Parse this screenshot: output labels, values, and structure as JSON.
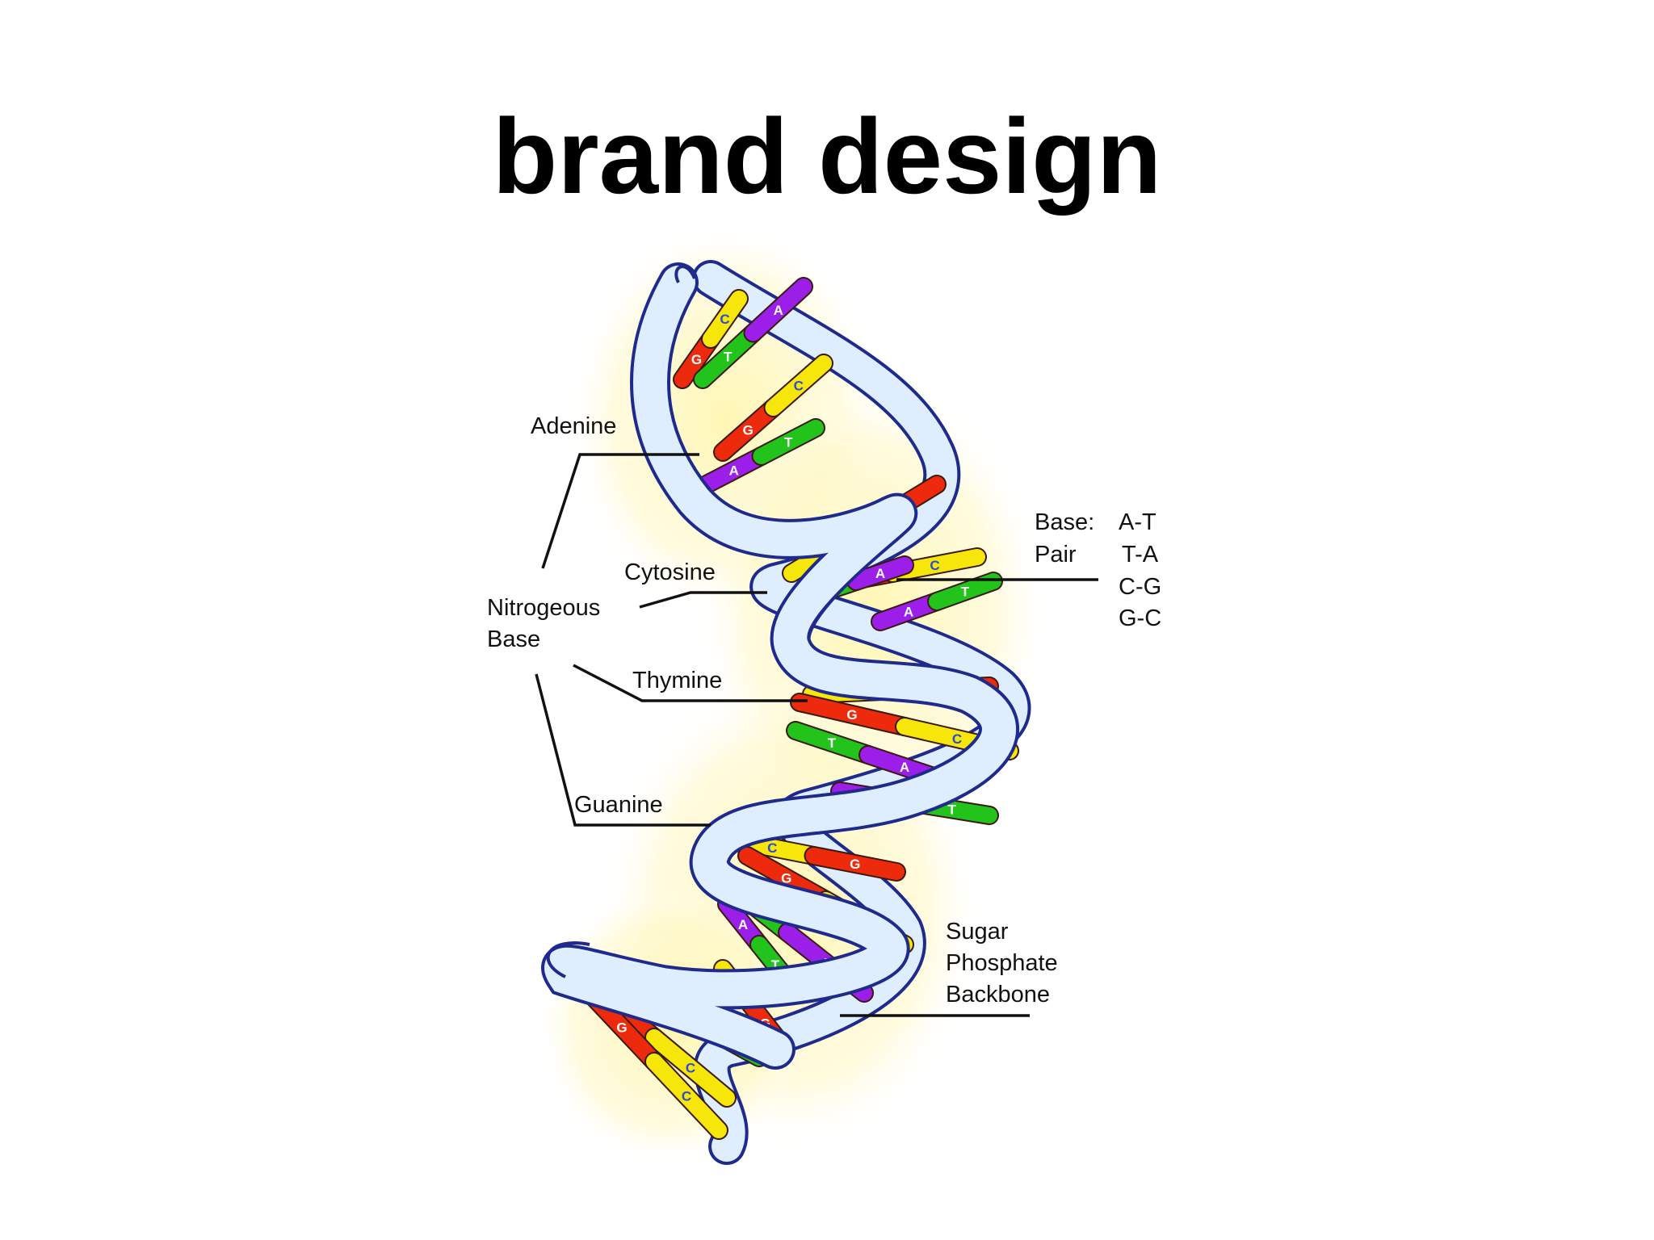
{
  "title": "brand design",
  "labels": {
    "adenine": "Adenine",
    "cytosine": "Cytosine",
    "nitrogeous": "Nitrogeous",
    "base": "Base",
    "thymine": "Thymine",
    "guanine": "Guanine",
    "base_pair_base": "Base:",
    "base_pair_pair": "Pair",
    "pairs": [
      "A-T",
      "T-A",
      "C-G",
      "G-C"
    ],
    "sugar": "Sugar",
    "phosphate": "Phosphate",
    "backbone": "Backbone"
  },
  "colors": {
    "adenine": "#9b1fe8",
    "thymine": "#22c41c",
    "guanine": "#ee2a0c",
    "cytosine": "#f6e60a",
    "ribbon_fill": "#dfeeff",
    "ribbon_stroke": "#1e2a8c",
    "glow": "#fff3a8"
  },
  "rungs": [
    {
      "a": "G",
      "b": "C"
    },
    {
      "a": "T",
      "b": "A"
    },
    {
      "a": "G",
      "b": "C"
    },
    {
      "a": "A",
      "b": "T"
    },
    {
      "a": "C",
      "b": "G"
    },
    {
      "a": "G",
      "b": "C"
    },
    {
      "a": "T",
      "b": "A"
    },
    {
      "a": "A",
      "b": "T"
    },
    {
      "a": "C",
      "b": "G"
    },
    {
      "a": "G",
      "b": "C"
    },
    {
      "a": "T",
      "b": "A"
    },
    {
      "a": "A",
      "b": "T"
    },
    {
      "a": "C",
      "b": "G"
    },
    {
      "a": "G",
      "b": "C"
    },
    {
      "a": "T",
      "b": "A"
    },
    {
      "a": "A",
      "b": "T"
    },
    {
      "a": "C",
      "b": "G"
    },
    {
      "a": "G",
      "b": "C"
    },
    {
      "a": "A",
      "b": "T"
    },
    {
      "a": "G",
      "b": "C"
    }
  ]
}
